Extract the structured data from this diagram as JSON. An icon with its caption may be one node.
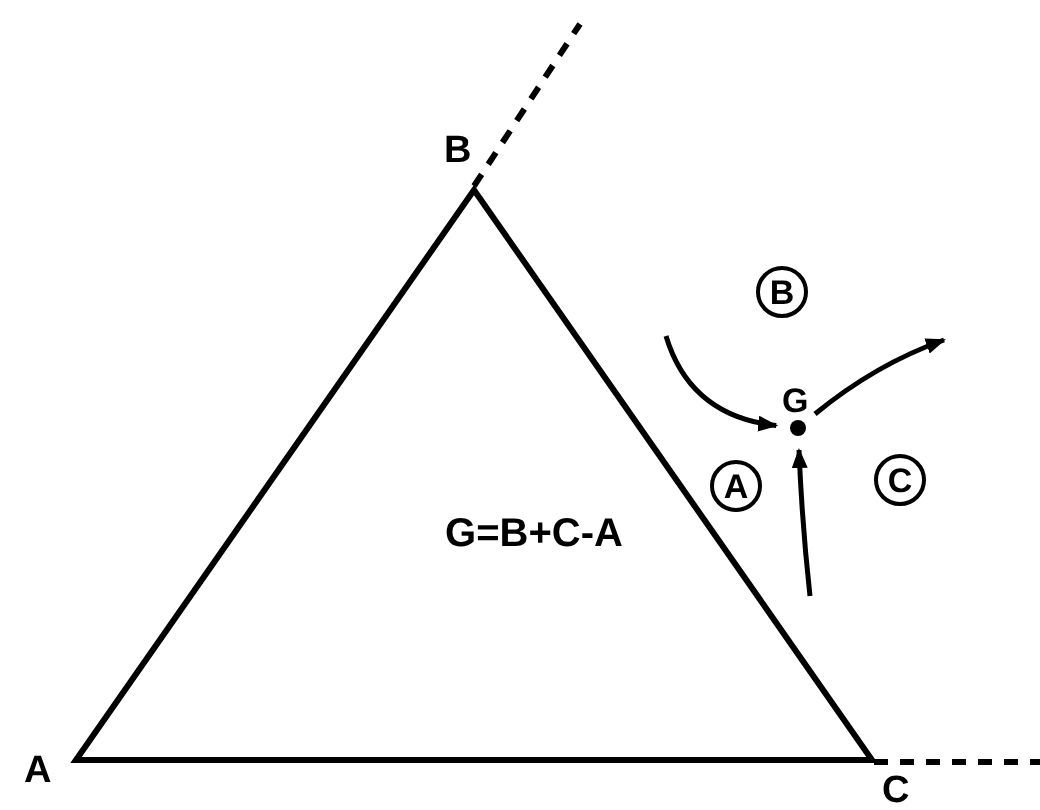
{
  "diagram": {
    "nodes": [
      {
        "text": [
          "G=B+C-A"
        ]
      },
      {
        "text": [
          "B"
        ]
      },
      {
        "text": [
          "G"
        ]
      },
      {
        "text": [
          "A"
        ]
      },
      {
        "text": [
          "C"
        ]
      }
    ],
    "edges": [
      {
        "from": null,
        "to": 2,
        "arrow": "to"
      },
      {
        "from": null,
        "to": 2,
        "arrow": "to"
      },
      {
        "from": 2,
        "to": null,
        "arrow": "to"
      }
    ],
    "labels": [
      "B",
      "A",
      "C"
    ]
  }
}
